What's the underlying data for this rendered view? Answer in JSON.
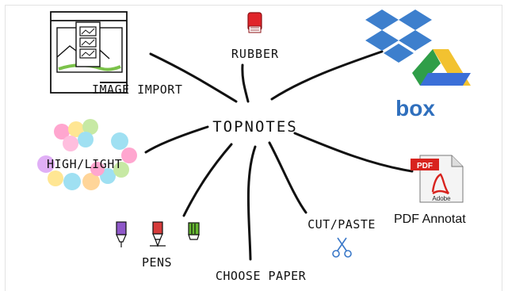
{
  "center": {
    "label": "TOPNOTES"
  },
  "nodes": {
    "rubber": "RUBBER",
    "image_import": "IMAGE IMPORT",
    "highlight": "HIGH/LIGHT",
    "pens": "PENS",
    "choose_paper": "CHOOSE PAPER",
    "cut_paste": "CUT/PASTE",
    "pdf_annotate": "PDF Annotat",
    "box": "box",
    "pdf_badge": "PDF",
    "adobe": "Adobe"
  },
  "icons": {
    "rubber": "eraser-icon",
    "image_import": "image-window-icon",
    "highlight": "highlight-dots-icon",
    "pens": "pen-nibs-icon",
    "cut_paste": "scissors-icon",
    "dropbox": "dropbox-icon",
    "drive": "google-drive-icon",
    "pdf": "pdf-document-icon"
  },
  "colors": {
    "ink": "#111111",
    "dropbox_blue": "#3d7fcd",
    "box_blue": "#2f6fbd",
    "pdf_red": "#d8231e",
    "rubber_red": "#e0242a",
    "pen_purple": "#8f58c9",
    "pen_red": "#d63b3b",
    "pen_green": "#66b832",
    "drive_green": "#2f9e48",
    "drive_yellow": "#f2c230",
    "drive_blue": "#3b6fd8",
    "scissors_blue": "#3a78c8"
  }
}
